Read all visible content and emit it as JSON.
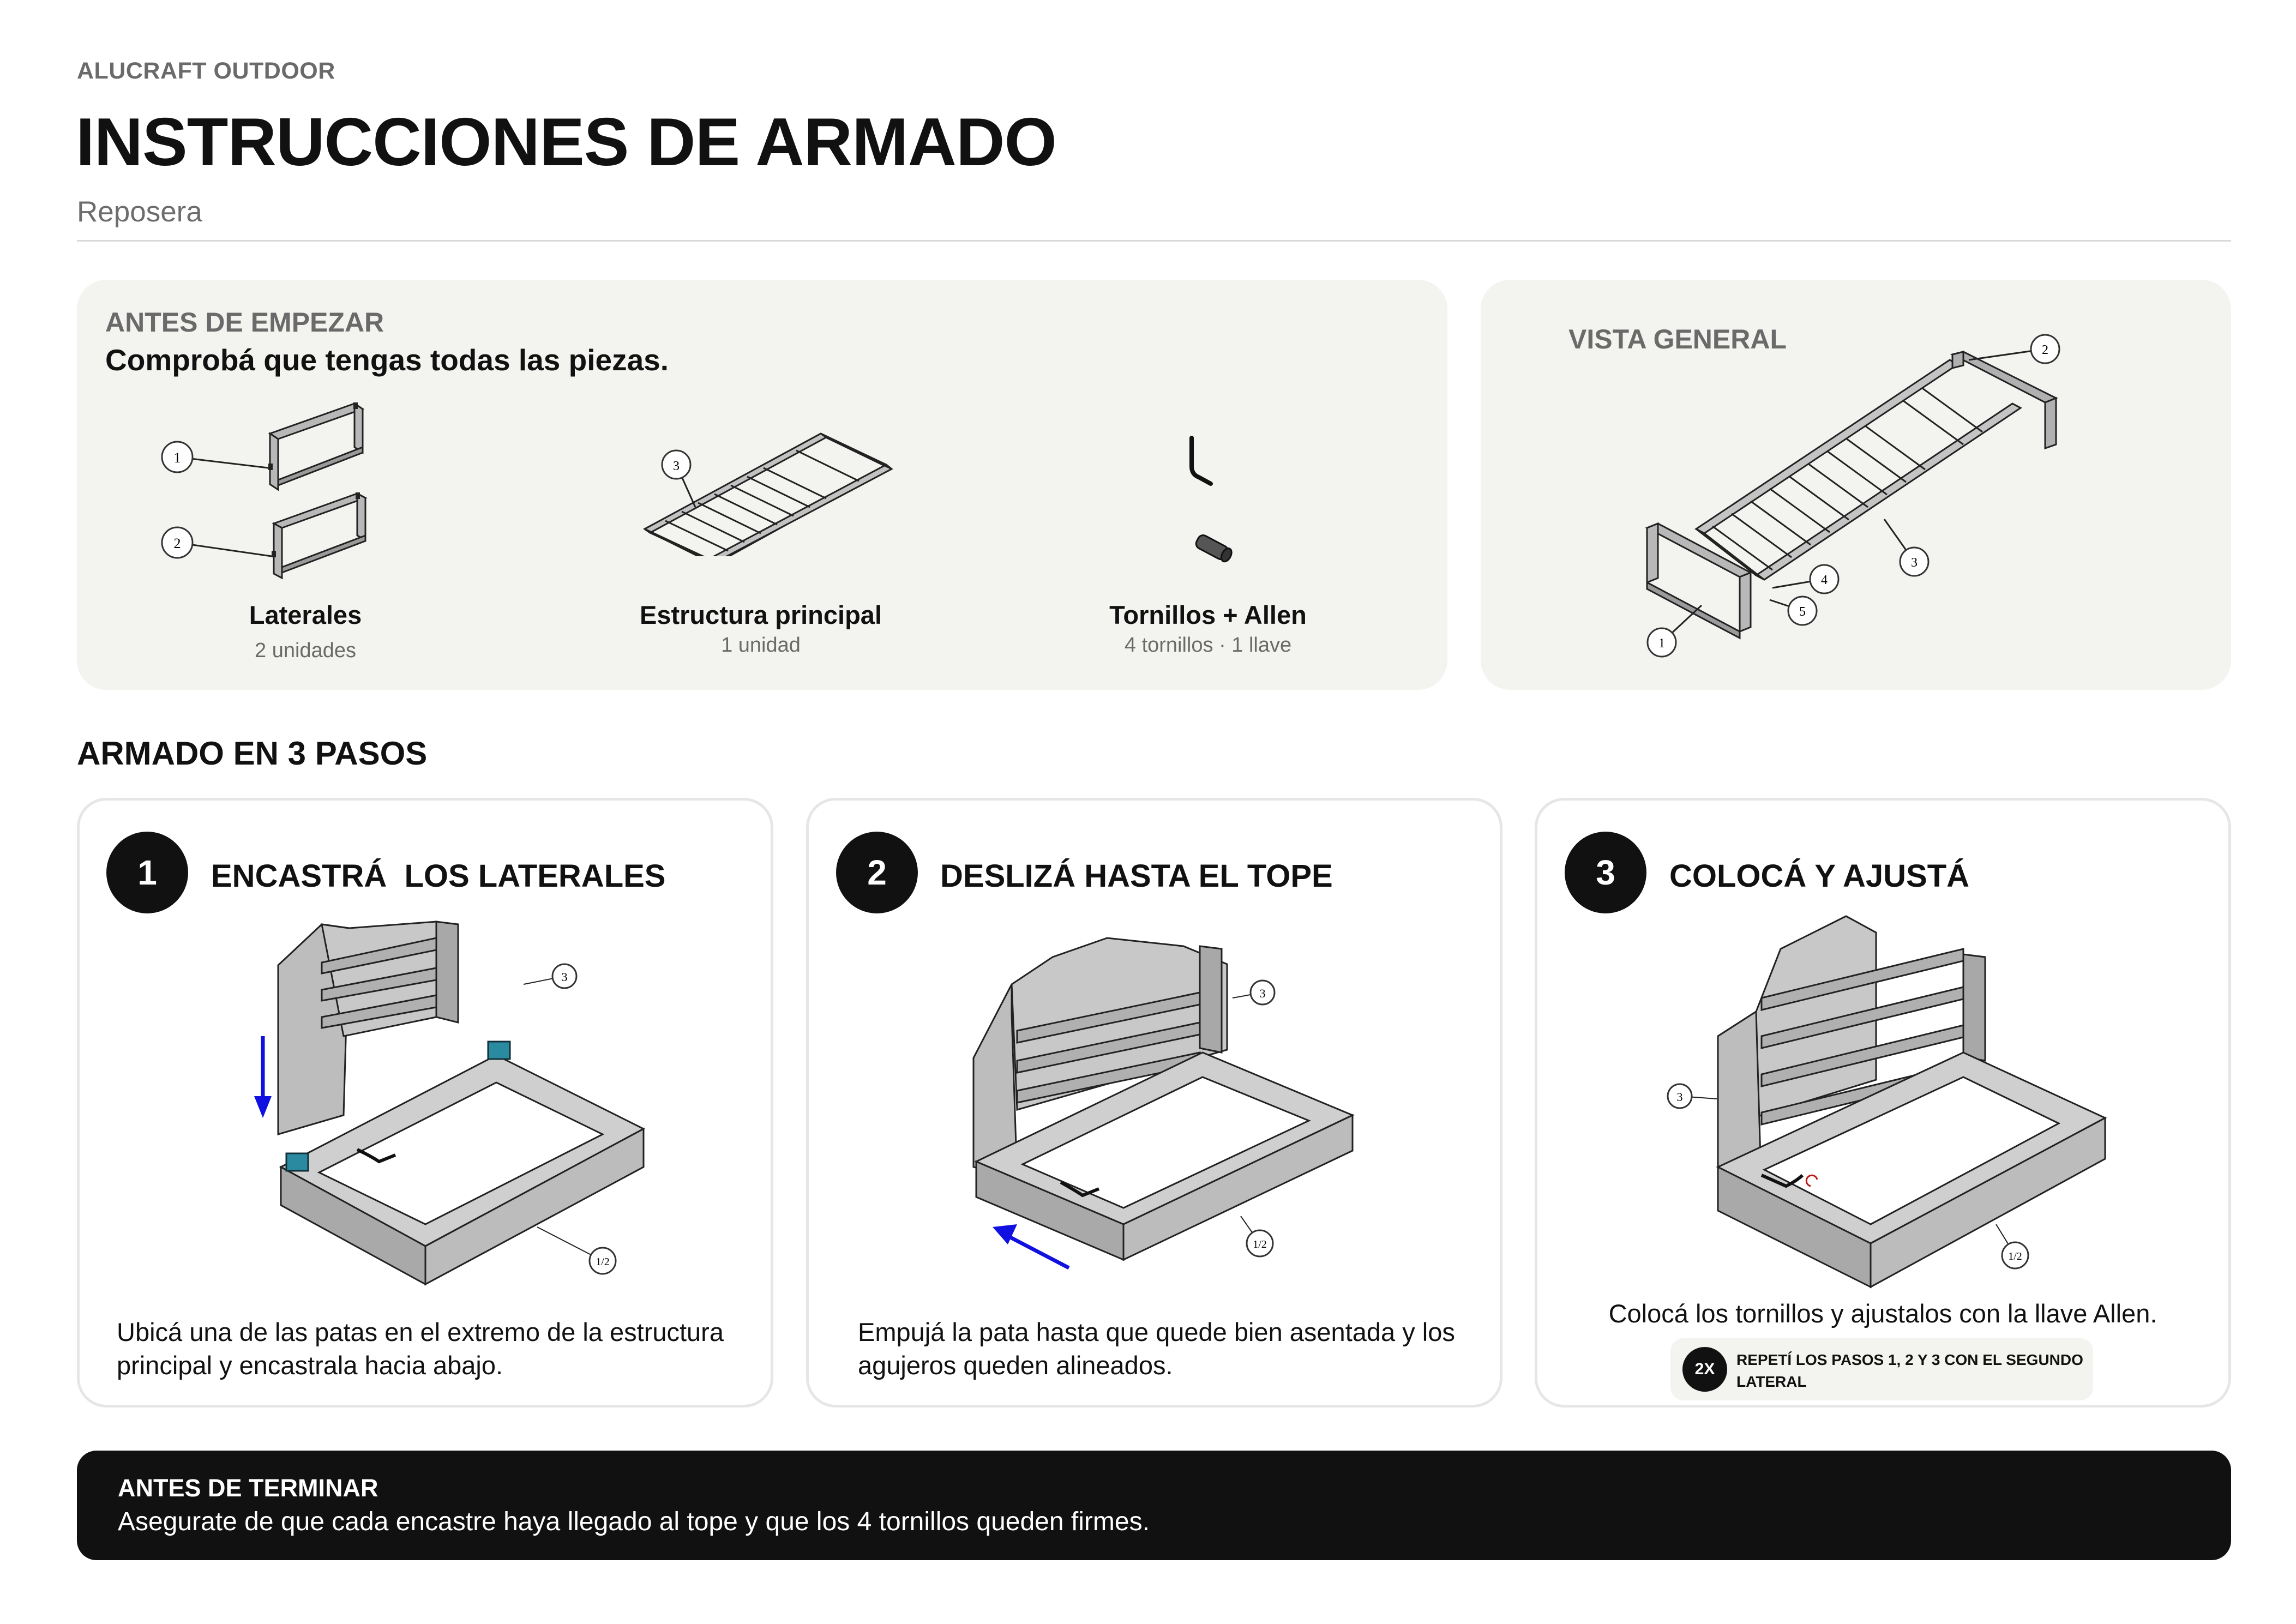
{
  "header": {
    "brand": "ALUCRAFT OUTDOOR",
    "title": "INSTRUCCIONES DE ARMADO",
    "subtitle": "Reposera"
  },
  "before_start": {
    "kicker": "ANTES DE EMPEZAR",
    "lead": "Comprobá que tengas todas las piezas.",
    "parts": [
      {
        "name": "Laterales",
        "qty": "2 unidades",
        "callouts": [
          "1",
          "2"
        ]
      },
      {
        "name": "Estructura principal",
        "qty": "1 unidad",
        "callouts": [
          "3"
        ]
      },
      {
        "name": "Tornillos + Allen",
        "qty": "4 tornillos · 1 llave"
      }
    ]
  },
  "overview": {
    "kicker": "VISTA GENERAL",
    "callouts": [
      "1",
      "2",
      "3",
      "4",
      "5"
    ]
  },
  "steps_section": {
    "title": "ARMADO EN 3 PASOS",
    "steps": [
      {
        "number": "1",
        "title": "ENCASTRÁ  LOS LATERALES",
        "text": "Ubicá una de las patas en el extremo de la estructura principal y encastrala hacia abajo.",
        "callouts": [
          "3",
          "1/2"
        ]
      },
      {
        "number": "2",
        "title": "DESLIZÁ HASTA EL TOPE",
        "text": "Empujá la pata hasta que quede bien asentada y los agujeros queden alineados.",
        "callouts": [
          "3",
          "1/2"
        ]
      },
      {
        "number": "3",
        "title": "COLOCÁ Y AJUSTÁ",
        "text": "Colocá los tornillos y ajustalos con la llave Allen.",
        "callouts": [
          "3",
          "1/2"
        ]
      }
    ],
    "repeat_note": {
      "badge": "2X",
      "text": "REPETÍ LOS PASOS 1, 2 Y 3 CON EL SEGUNDO LATERAL"
    }
  },
  "footer": {
    "kicker": "ANTES DE TERMINAR",
    "text": "Asegurate de que cada encastre haya llegado al tope y que los 4 tornillos queden firmes."
  },
  "colors": {
    "panel": "#f3f3ef",
    "dark": "#111111",
    "arrow": "#1010e0",
    "clip": "#2a8aa0",
    "metal": "#b3b3b3"
  },
  "icons": [
    "side-frame-illustration",
    "main-frame-illustration",
    "allen-key-icon",
    "screw-icon",
    "arrow-down-icon",
    "arrow-left-icon"
  ]
}
